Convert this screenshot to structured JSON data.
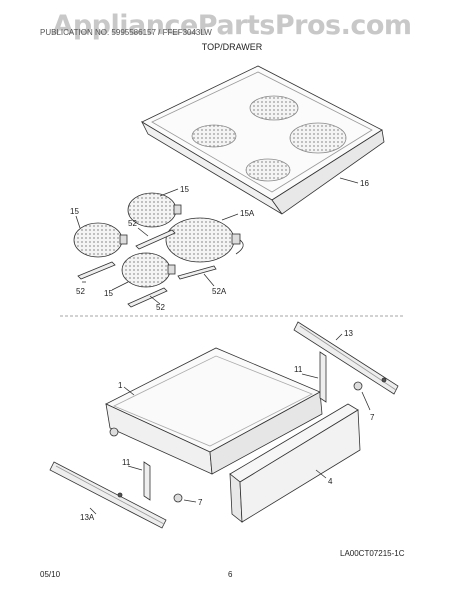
{
  "header": {
    "watermark": "AppliancePartsPros.com",
    "model": "PUBLICATION NO. 5995586157 / FFEF3043LW",
    "section_title": "TOP/DRAWER"
  },
  "callouts": {
    "cooktop": "16",
    "element_left": "15",
    "element_top": "15",
    "element_large": "15A",
    "element_front": "15",
    "bracket_mid": "52",
    "bracket_left": "52",
    "bracket_front": "52",
    "bracket_right": "52A",
    "drawer": "1",
    "rail_right": "13",
    "rail_left": "13A",
    "stop_right": "11",
    "stop_left": "11",
    "roller_right": "7",
    "roller_left": "7",
    "drawer_front": "4"
  },
  "footer": {
    "date": "05/10",
    "page": "6",
    "diagram_code": "LA00CT07215-1C"
  }
}
